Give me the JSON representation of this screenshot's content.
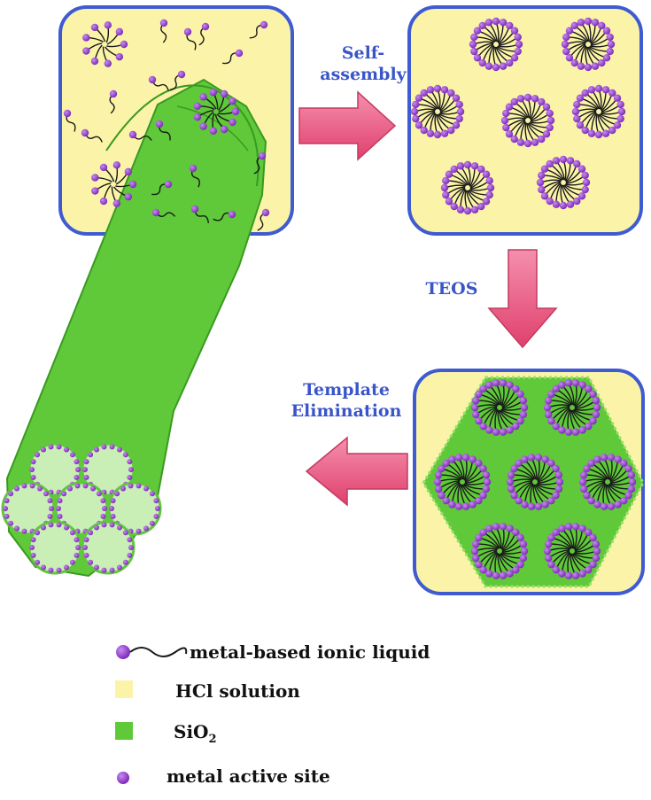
{
  "steps": {
    "self_assembly_1": "Self-",
    "self_assembly_2": "assembly",
    "teos": "TEOS",
    "template_1": "Template",
    "template_2": "Elimination"
  },
  "legend": {
    "ionic_liquid": "metal-based ionic liquid",
    "hcl": "HCl solution",
    "sio2_base": "SiO",
    "sio2_sub": "2",
    "active_site": "metal active site"
  },
  "colors": {
    "solution": "#fbf4a8",
    "panel_border": "#3f5bd1",
    "silica": "#5fc93a",
    "silica_light": "#a5e07a",
    "head": "#8a2fc4",
    "tail": "#1a1a1a",
    "arrow": "#ee5f86",
    "label": "#3a55c8"
  },
  "icons": {
    "arrow": "block-arrow-icon",
    "micelle": "micelle-icon",
    "surfactant": "surfactant-molecule-icon"
  }
}
